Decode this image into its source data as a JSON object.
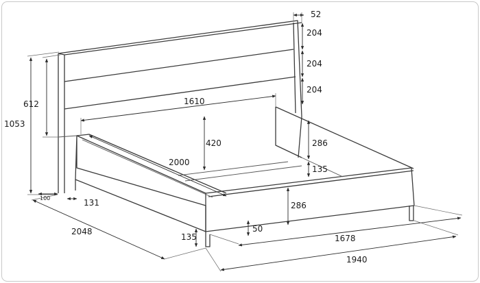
{
  "dimensions": {
    "headboard_top_depth": "52",
    "panel_1": "204",
    "panel_2": "204",
    "panel_3": "204",
    "inner_width": "1610",
    "headboard_panel_height": "612",
    "total_height": "1053",
    "frame_height_rear": "420",
    "side_rail_height": "286",
    "inner_length": "2000",
    "rail_offset": "135",
    "front_rail_height": "286",
    "leg_clearance": "50",
    "front_inner_width": "1678",
    "total_width": "1940",
    "total_length": "2048",
    "leg_height": "135",
    "side_offset": "131",
    "headboard_thickness": "100"
  }
}
